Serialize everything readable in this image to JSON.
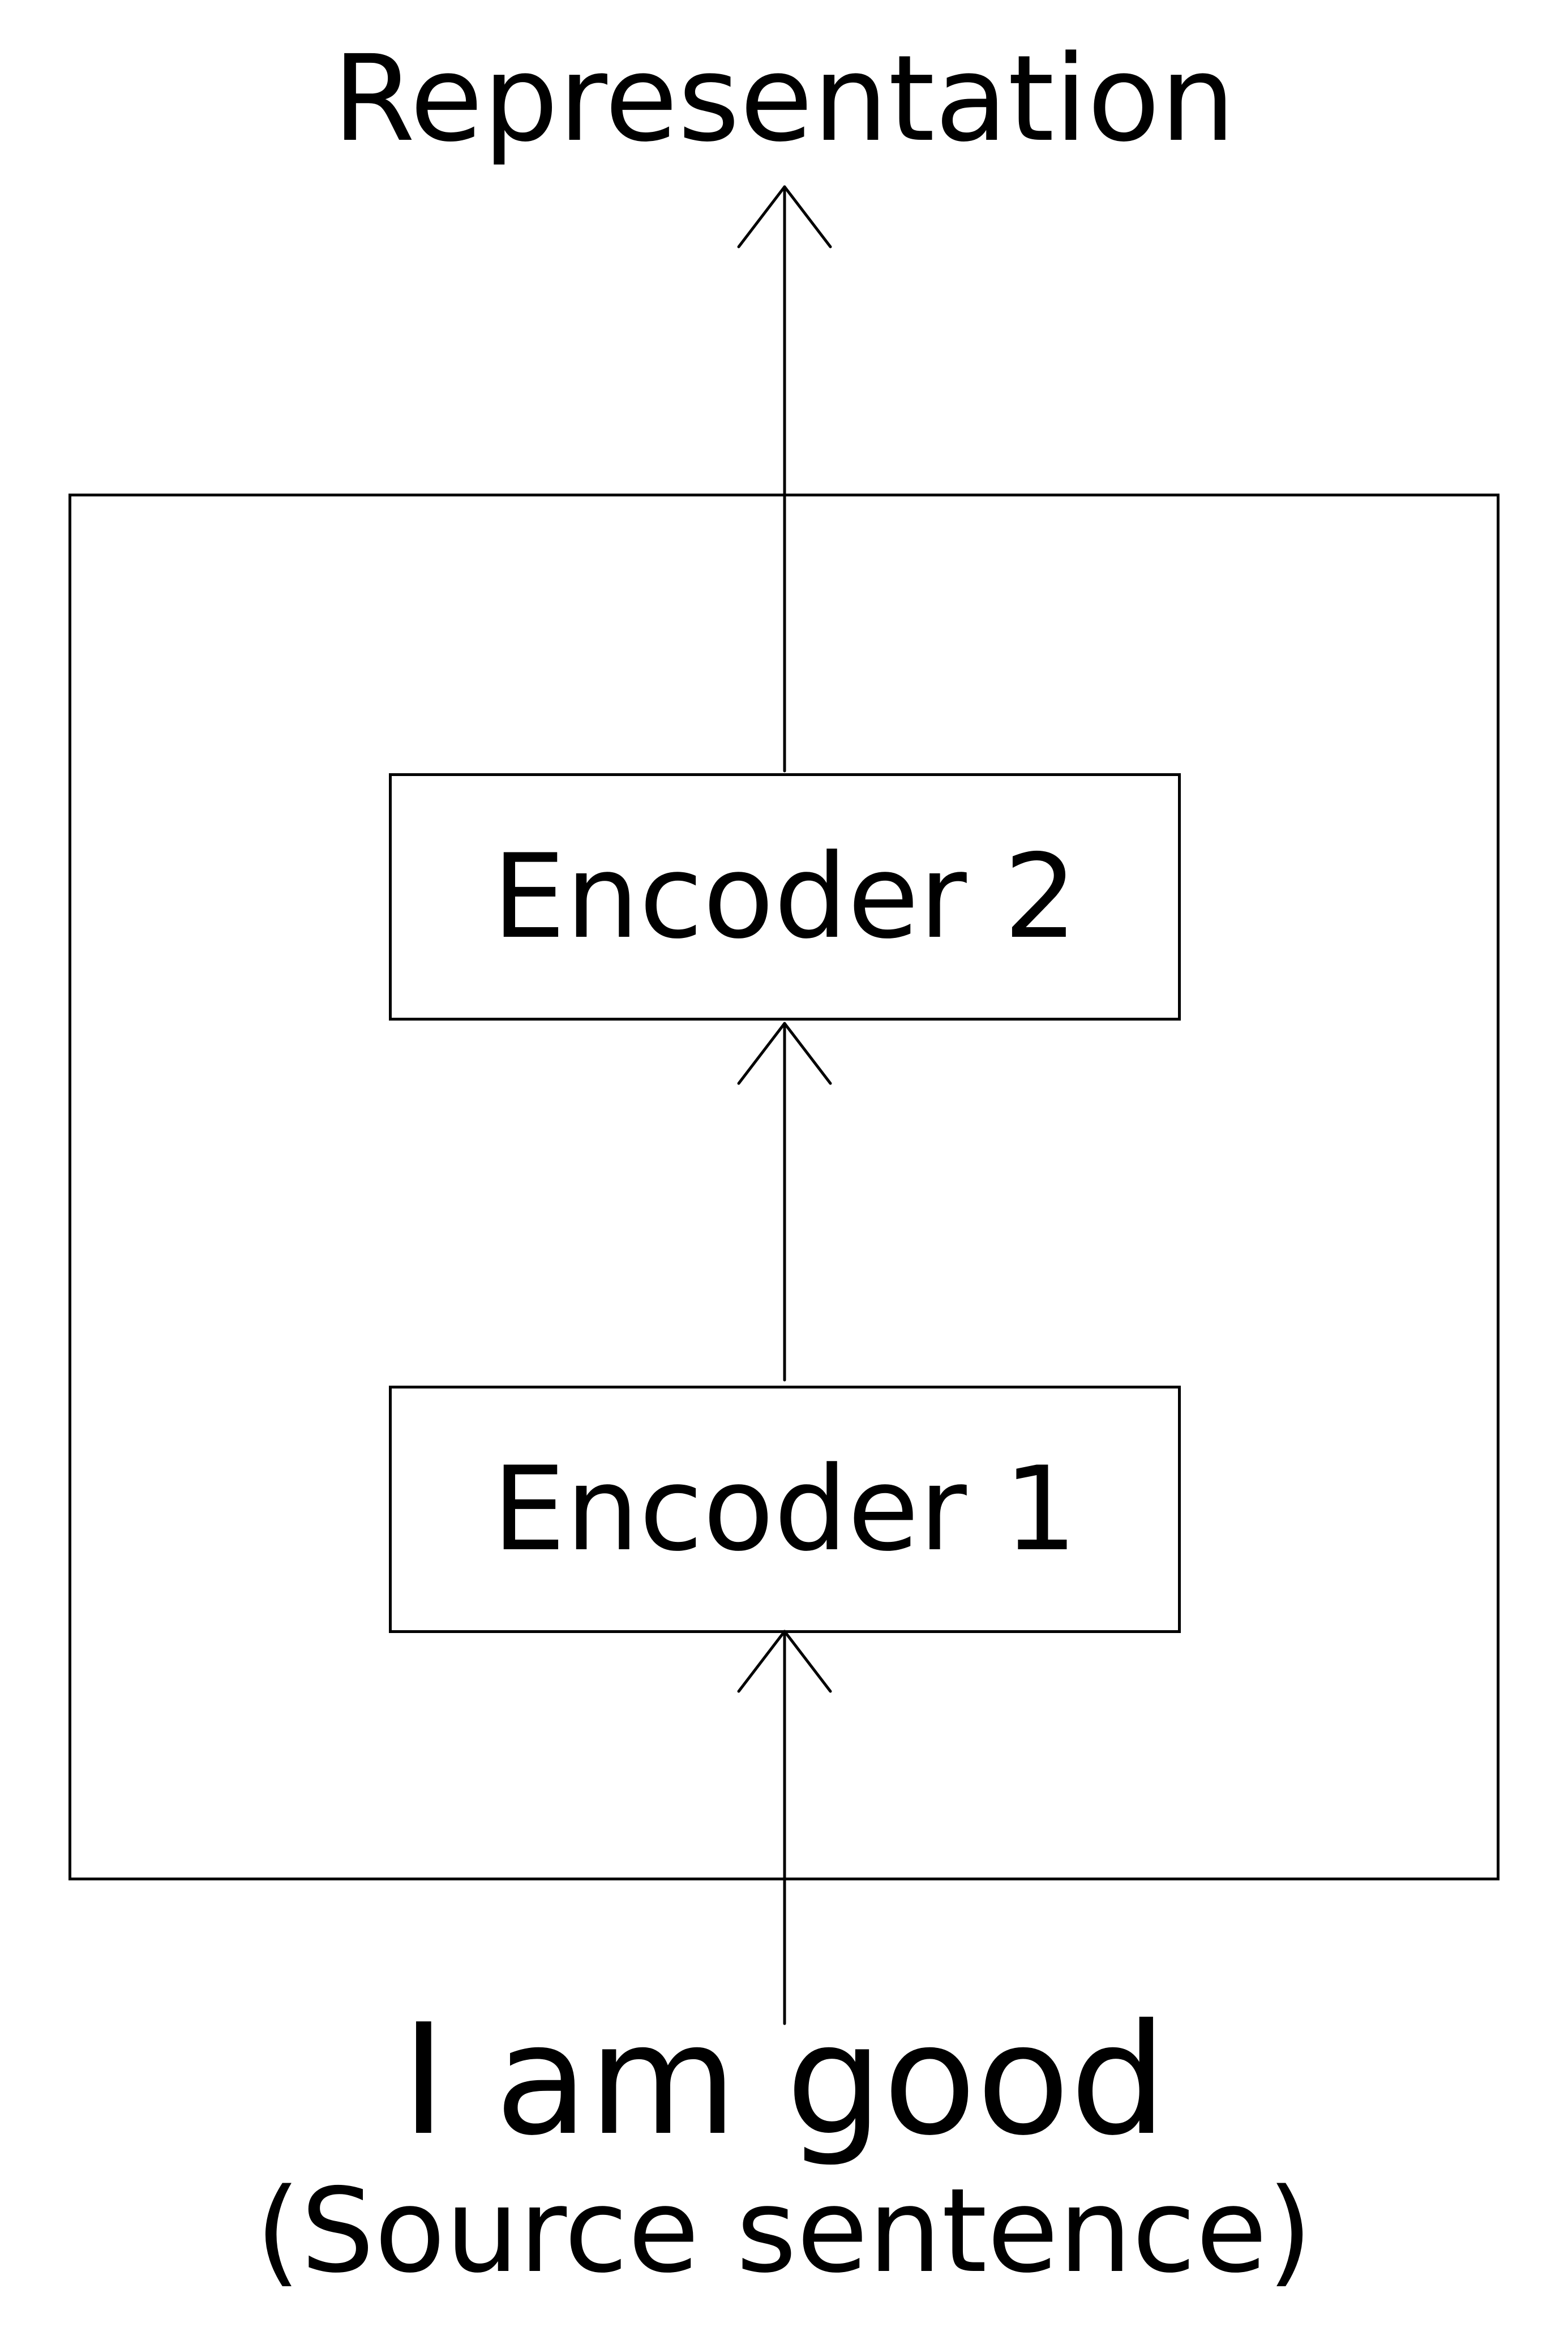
{
  "diagram": {
    "output_label": "Representation",
    "encoders": [
      {
        "label": "Encoder 2"
      },
      {
        "label": "Encoder 1"
      }
    ],
    "input": {
      "sentence": "I am good",
      "caption": "(Source sentence)"
    }
  }
}
